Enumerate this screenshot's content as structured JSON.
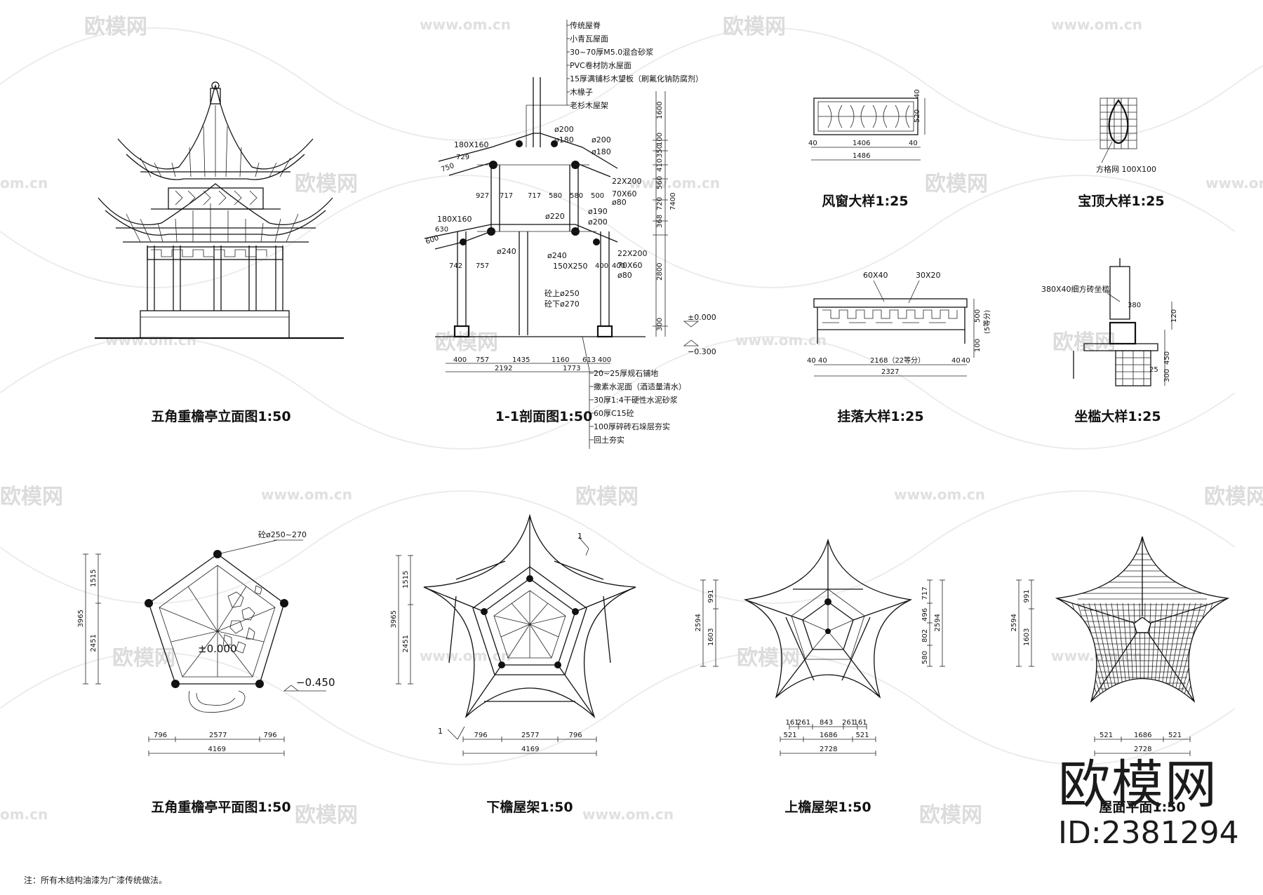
{
  "watermark": {
    "brand": "欧模网",
    "url": "www.om.cn",
    "url_short": "om.cn"
  },
  "brand_logo": {
    "name": "欧模网",
    "id": "ID:2381294"
  },
  "note": "注：所有木结构油漆为广漆传统做法。",
  "panels": {
    "elevation": {
      "title": "五角重檐亭立面图1:50"
    },
    "section": {
      "title": "1-1剖面图1:50",
      "roof_layers": [
        "传统屋脊",
        "小青瓦屋面",
        "30~70厚M5.0混合砂浆",
        "PVC卷材防水屋面",
        "15厚满铺杉木望板（刷氟化钠防腐剂）",
        "木椽子",
        "老杉木屋架"
      ],
      "floor_layers": [
        "20~25厚规石铺地",
        "撒素水泥面（酒适量清水）",
        "30厚1:4干硬性水泥砂浆",
        "60厚C15砼",
        "100厚碎砖石垛层夯实",
        "回土夯实"
      ],
      "labels": [
        "180X160",
        "180X160",
        "ø200",
        "ø180",
        "ø200",
        "ø180",
        "22X200",
        "70X60",
        "ø80",
        "ø190",
        "ø200",
        "ø220",
        "ø240",
        "ø240",
        "22X200",
        "70X60",
        "ø80",
        "150X250",
        "砼上ø250",
        "砼下ø270",
        "±0.000",
        "−0.300",
        "729",
        "750",
        "630",
        "600"
      ],
      "vdims": [
        "1600",
        "100",
        "350",
        "410",
        "560",
        "720",
        "368",
        "2800",
        "300",
        "7400"
      ],
      "hdims_top": [
        "927",
        "717",
        "717",
        "580",
        "580",
        "500"
      ],
      "hdims_mid": [
        "742",
        "757",
        "400",
        "400"
      ],
      "hdims_bottom": [
        "400",
        "757",
        "1435",
        "1160",
        "613",
        "400"
      ],
      "hdims_total": [
        "2192",
        "1773"
      ]
    },
    "window": {
      "title": "风窗大样1:25",
      "dims": [
        "1406",
        "1486",
        "40",
        "40",
        "520",
        "40"
      ]
    },
    "finial": {
      "title": "宝顶大样1:25",
      "label": "方格网 100X100"
    },
    "hanging": {
      "title": "挂落大样1:25",
      "labels": [
        "60X40",
        "30X20"
      ],
      "dims": [
        "40",
        "40",
        "2168（22等分）",
        "40",
        "40",
        "2327",
        "500",
        "(5等分)",
        "100"
      ]
    },
    "seat": {
      "title": "坐槛大样1:25",
      "labels": [
        "380X40细方砖坐槛",
        "380"
      ],
      "dims": [
        "120",
        "450",
        "25",
        "300"
      ]
    },
    "plan": {
      "title": "五角重檐亭平面图1:50",
      "labels": [
        "砼ø250~270",
        "±0.000",
        "−0.450"
      ],
      "hdims": [
        "796",
        "2577",
        "796"
      ],
      "total": "4169",
      "vdims": [
        "1515",
        "2451"
      ],
      "vtotal": "3965"
    },
    "lower_frame": {
      "title": "下檐屋架1:50",
      "hdims": [
        "796",
        "2577",
        "796"
      ],
      "total": "4169",
      "vdims": [
        "1515",
        "2451"
      ],
      "vtotal": "3965",
      "section_mark": "1"
    },
    "upper_frame": {
      "title": "上檐屋架1:50",
      "hdims_a": [
        "161",
        "261",
        "843",
        "261",
        "161"
      ],
      "hdims_b": [
        "521",
        "1686",
        "521"
      ],
      "total": "2728",
      "vdims_l": [
        "991",
        "1603"
      ],
      "vtotal_l": "2594",
      "vdims_r": [
        "717",
        "496",
        "802",
        "580"
      ],
      "vtotal_r": "2594"
    },
    "roof_plan": {
      "title": "屋面平面1:50",
      "hdims": [
        "521",
        "1686",
        "521"
      ],
      "total": "2728",
      "vdims": [
        "991",
        "1603"
      ],
      "vtotal": "2594"
    }
  }
}
